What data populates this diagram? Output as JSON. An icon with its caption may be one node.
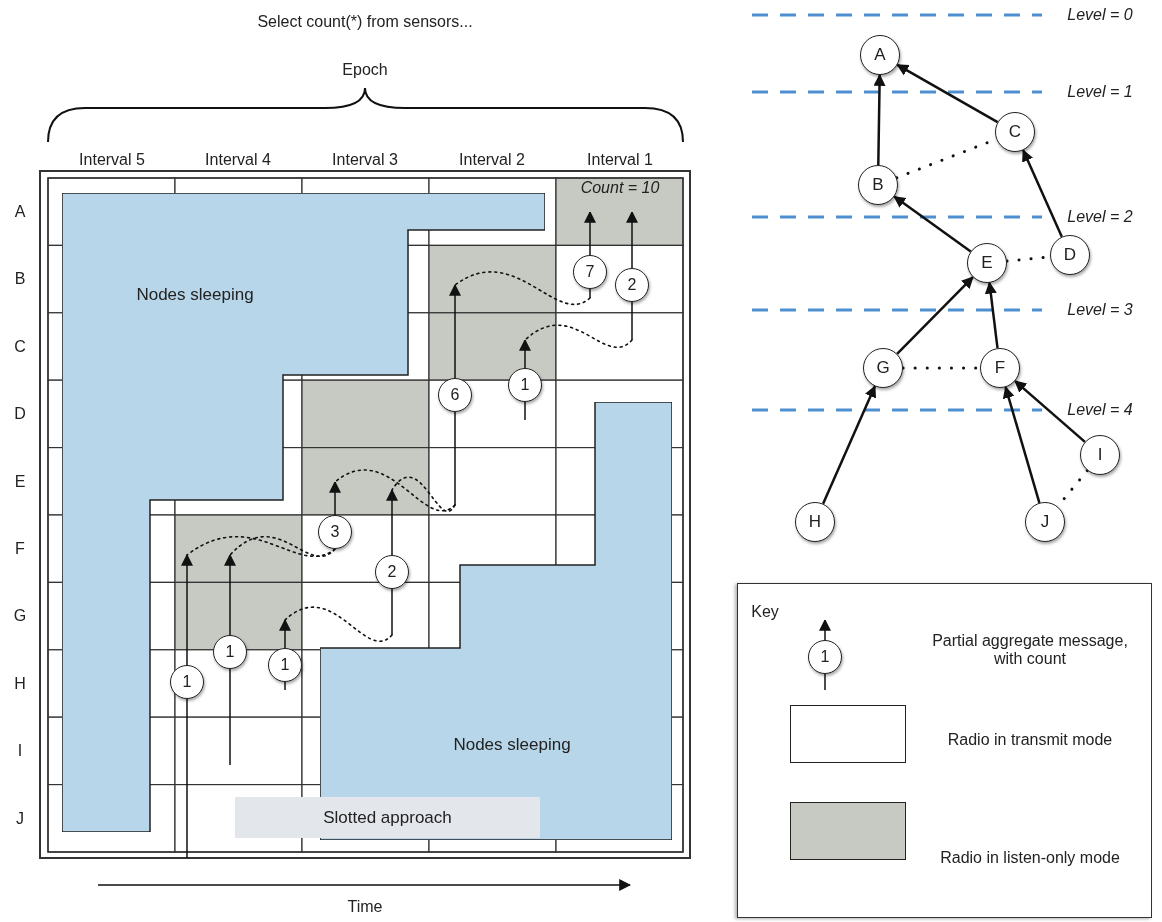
{
  "diagram": {
    "nodes": [
      {
        "text": [
          "Nodes sleeping"
        ]
      },
      {
        "text": [
          "7"
        ]
      },
      {
        "text": [
          "2"
        ]
      },
      {
        "text": [
          "1"
        ]
      },
      {
        "text": [
          "6"
        ]
      },
      {
        "text": [
          "3"
        ]
      },
      {
        "text": [
          "2"
        ]
      },
      {
        "text": [
          "1"
        ]
      },
      {
        "text": [
          "1"
        ]
      },
      {
        "text": [
          "1"
        ]
      },
      {
        "text": [
          "Nodes sleeping"
        ]
      },
      {
        "text": [
          "Slotted approach"
        ]
      },
      {
        "text": [
          "A"
        ]
      },
      {
        "text": [
          "C"
        ]
      },
      {
        "text": [
          "B"
        ]
      },
      {
        "text": [
          "D"
        ]
      },
      {
        "text": [
          "E"
        ]
      },
      {
        "text": [
          "G"
        ]
      },
      {
        "text": [
          "F"
        ]
      },
      {
        "text": [
          "I"
        ]
      },
      {
        "text": [
          "H"
        ]
      },
      {
        "text": [
          "J"
        ]
      },
      {
        "text": [
          "1"
        ]
      }
    ],
    "edges": [
      {
        "from": 14,
        "to": 12,
        "arrow": "to"
      },
      {
        "from": 13,
        "to": 12,
        "arrow": "to"
      },
      {
        "from": 15,
        "to": 13,
        "arrow": "to"
      },
      {
        "from": 16,
        "to": 14,
        "arrow": "to"
      },
      {
        "from": 17,
        "to": 16,
        "arrow": "to"
      },
      {
        "from": 18,
        "to": 16,
        "arrow": "to"
      },
      {
        "from": 20,
        "to": 17,
        "arrow": "to"
      },
      {
        "from": 19,
        "to": 18,
        "arrow": "to"
      },
      {
        "from": 21,
        "to": 18,
        "arrow": "to"
      },
      {
        "from": 14,
        "to": 13,
        "arrow": "none",
        "style": "dashed"
      },
      {
        "from": 16,
        "to": 15,
        "arrow": "none",
        "style": "dashed"
      },
      {
        "from": 17,
        "to": 18,
        "arrow": "none",
        "style": "dashed"
      },
      {
        "from": 19,
        "to": 21,
        "arrow": "none",
        "style": "dashed"
      },
      {
        "from": 1,
        "to": 4,
        "arrow": "none",
        "style": "dashed"
      },
      {
        "from": 2,
        "to": 3,
        "arrow": "none",
        "style": "dashed"
      },
      {
        "from": 4,
        "to": 5,
        "arrow": "none",
        "style": "dashed"
      },
      {
        "from": 4,
        "to": 6,
        "arrow": "none",
        "style": "dashed"
      },
      {
        "from": 5,
        "to": 9,
        "arrow": "none",
        "style": "dashed"
      },
      {
        "from": 5,
        "to": 7,
        "arrow": "none",
        "style": "dashed"
      },
      {
        "from": 6,
        "to": 8,
        "arrow": "none",
        "style": "dashed"
      }
    ],
    "labels": [
      "Select count(*) from sensors...",
      "Epoch",
      "Interval 5",
      "Interval 4",
      "Interval 3",
      "Interval 2",
      "Interval 1",
      "Count = 10",
      "A",
      "B",
      "C",
      "D",
      "E",
      "F",
      "G",
      "H",
      "I",
      "J",
      "Time",
      "Level = 0",
      "Level = 1",
      "Level = 2",
      "Level = 3",
      "Level = 4",
      "Key"
    ],
    "legend": [
      {
        "text": "Partial aggregate message, with count"
      },
      {
        "text": "Radio in transmit mode",
        "color": "#ffffff"
      },
      {
        "text": "Radio in listen-only mode",
        "color": "#c6cac3"
      }
    ]
  }
}
